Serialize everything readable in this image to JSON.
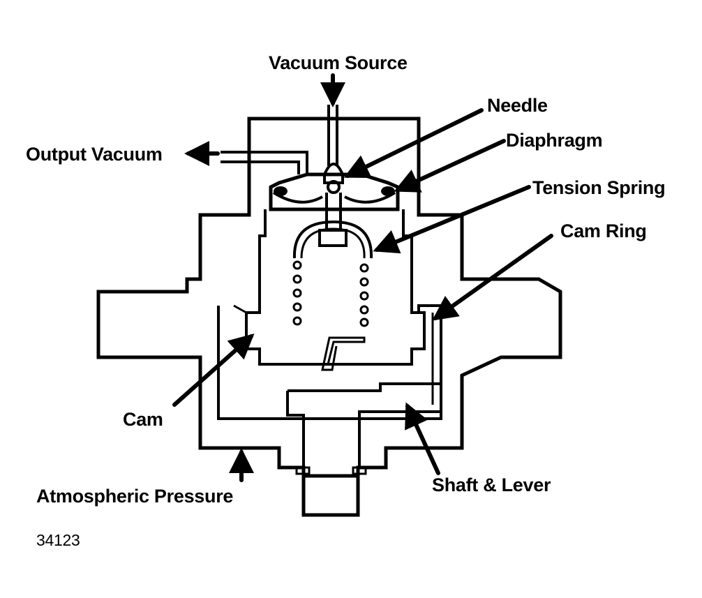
{
  "labels": {
    "vacuum_source": "Vacuum Source",
    "needle": "Needle",
    "diaphragm": "Diaphragm",
    "output_vacuum": "Output Vacuum",
    "tension_spring": "Tension Spring",
    "cam_ring": "Cam Ring",
    "cam": "Cam",
    "atmospheric_pressure": "Atmospheric Pressure",
    "shaft_lever": "Shaft & Lever"
  },
  "figure_number": "34123"
}
